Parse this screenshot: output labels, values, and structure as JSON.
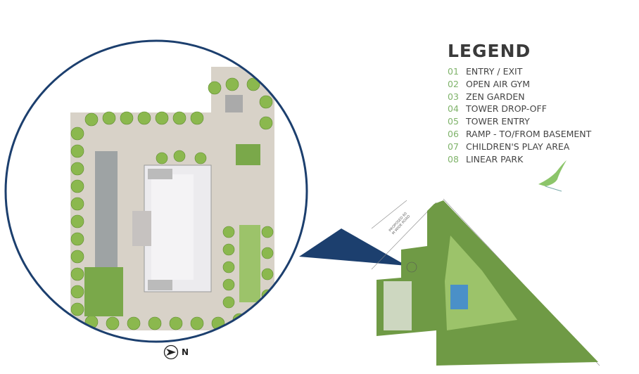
{
  "legend": {
    "title": "LEGEND",
    "items": [
      {
        "num": "01",
        "label": "ENTRY / EXIT"
      },
      {
        "num": "02",
        "label": "OPEN AIR GYM"
      },
      {
        "num": "03",
        "label": "ZEN GARDEN"
      },
      {
        "num": "04",
        "label": "TOWER DROP-OFF"
      },
      {
        "num": "05",
        "label": "TOWER ENTRY"
      },
      {
        "num": "06",
        "label": "RAMP - TO/FROM BASEMENT"
      },
      {
        "num": "07",
        "label": "CHILDREN'S PLAY AREA"
      },
      {
        "num": "08",
        "label": "LINEAR PARK"
      }
    ]
  },
  "north_label": "N",
  "road_label": "PROPOSED 60 M WIDE ROAD",
  "colors": {
    "circle": "#1c3f6e",
    "green": "#7fb36a",
    "paving": "#cfc7bb",
    "lawn": "#7aa84a"
  }
}
